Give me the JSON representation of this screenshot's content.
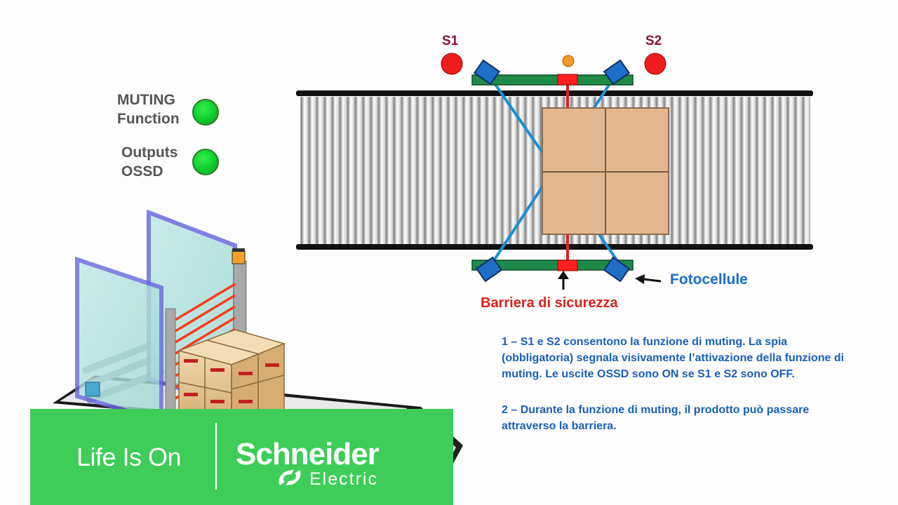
{
  "status": {
    "muting_label": "MUTING\nFunction",
    "outputs_label": "Outputs\nOSSD",
    "led_color": "#11c92e"
  },
  "diagram": {
    "sensor_s1": "S1",
    "sensor_s2": "S2",
    "fotocellule_label": "Fotocellule",
    "barriera_label": "Barriera di sicurezza",
    "beam_color": "#1a8fd6",
    "barrier_color": "#e02020",
    "box_color": "#e3b891",
    "rail_color": "#1e8a4a"
  },
  "notes": {
    "note1": "1 – S1 e S2 consentono la funzione di muting. La spia (obbligatoria) segnala visivamente l’attivazione della funzione di muting. Le uscite OSSD sono ON se S1 e S2 sono OFF.",
    "note2": "2 – Durante la funzione di muting, il prodotto può passare attraverso la barriera."
  },
  "brand": {
    "tagline": "Life Is On",
    "name": "Schneider",
    "sub": "Electric",
    "bar_color": "#3dcd58"
  }
}
